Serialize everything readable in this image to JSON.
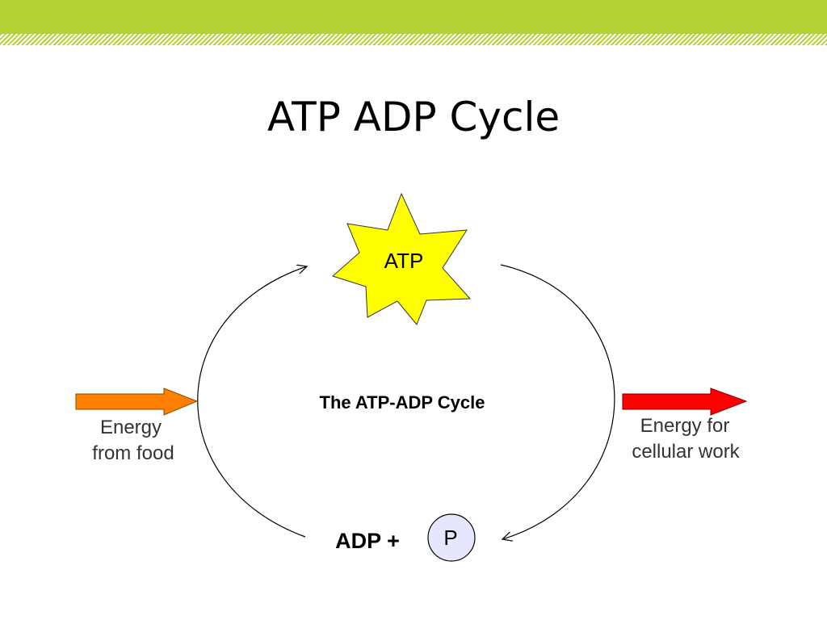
{
  "slide": {
    "title": "ATP ADP Cycle"
  },
  "diagram": {
    "center_label": "The ATP-ADP Cycle",
    "atp_label": "ATP",
    "adp_label": "ADP +",
    "phosphate_label": "P",
    "input_label_line1": "Energy",
    "input_label_line2": "from food",
    "output_label_line1": "Energy for",
    "output_label_line2": "cellular work"
  },
  "colors": {
    "header_green": "#b2d235",
    "star_fill": "#ffff00",
    "input_arrow": "#ff8000",
    "output_arrow": "#ff0000",
    "phosphate_fill": "#e6e6ff"
  }
}
